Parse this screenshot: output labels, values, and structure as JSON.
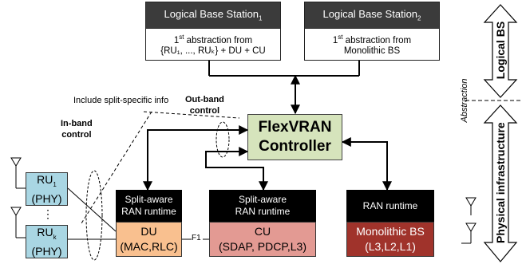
{
  "logical_bs1": {
    "title_main": "Logical Base Station",
    "title_sub": "1",
    "line1_pre": "1",
    "line1_sup": "st",
    "line1_post": " abstraction from",
    "line2": "{RU₁, ..., RUₖ} + DU + CU"
  },
  "logical_bs2": {
    "title_main": "Logical Base Station",
    "title_sub": "2",
    "line1_pre": "1",
    "line1_sup": "st",
    "line1_post": " abstraction from",
    "line2": "Monolithic BS"
  },
  "controller": {
    "line1": "FlexVRAN",
    "line2": "Controller"
  },
  "labels": {
    "include_split": "Include split-specific info",
    "out_band_1": "Out-band",
    "out_band_2": "control",
    "in_band_1": "In-band",
    "in_band_2": "control",
    "f1": "F1",
    "abstraction": "Abstraction",
    "logical_bs": "Logical BS",
    "physical_infra": "Physical infrastructure",
    "dots": "⋮"
  },
  "ru1": {
    "name": "RU",
    "sub": "1",
    "layer": "(PHY)"
  },
  "ruk": {
    "name": "RU",
    "sub": "k",
    "layer": "(PHY)"
  },
  "du": {
    "runtime1": "Split-aware",
    "runtime2": "RAN runtime",
    "name": "DU",
    "layers": "(MAC,RLC)"
  },
  "cu": {
    "runtime1": "Split-aware",
    "runtime2": "RAN runtime",
    "name": "CU",
    "layers": "(SDAP, PDCP,L3)"
  },
  "mono": {
    "runtime": "RAN runtime",
    "name": "Monolithic BS",
    "layers": "(L3,L2,L1)"
  },
  "colors": {
    "controller": "#d6e4bc",
    "ru": "#a9d6e3",
    "du": "#f9c08f",
    "cu": "#e39a93",
    "mono": "#a0332b",
    "header": "#3b3b3b"
  }
}
